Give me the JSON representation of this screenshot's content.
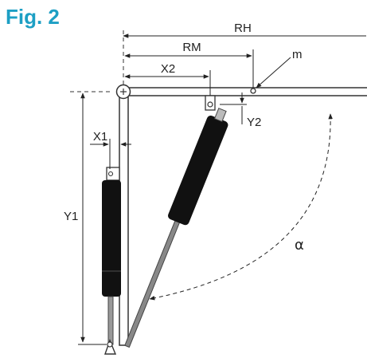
{
  "figure": {
    "title": "Fig. 2",
    "accent_color": "#1d9fc4"
  },
  "labels": {
    "rh": "RH",
    "rm": "RM",
    "m": "m",
    "x2": "X2",
    "y2": "Y2",
    "x1": "X1",
    "y1": "Y1",
    "alpha": "α"
  }
}
